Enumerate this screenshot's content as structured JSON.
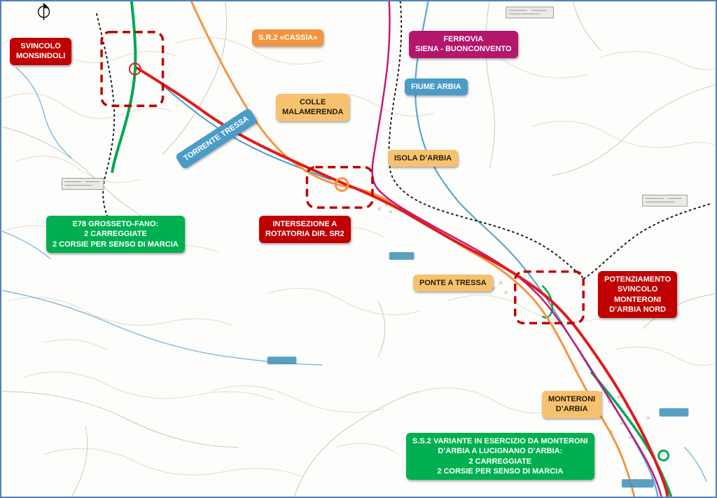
{
  "frame": {
    "border_color": "#4f81bd"
  },
  "annotations": {
    "svincolo_monsindoli": {
      "text": "SVINCOLO\nMONSINDOLI",
      "type": "project-highlight"
    },
    "sr2_cassia": {
      "text": "S.R.2 «CASSIA»",
      "type": "road-name"
    },
    "ferrovia_siena_buonconvento": {
      "text": "FERROVIA\nSIENA - BUONCONVENTO",
      "type": "railway-name"
    },
    "fiume_arbia": {
      "text": "FIUME ARBIA",
      "type": "river-name"
    },
    "colle_malamerenda": {
      "text": "COLLE\nMALAMERENDA",
      "type": "place-name"
    },
    "torrente_tressa": {
      "text": "TORRENTE TRESSA",
      "type": "river-name"
    },
    "isola_darbia": {
      "text": "ISOLA D’ARBIA",
      "type": "place-name"
    },
    "e78_grosseto_fano": {
      "text": "E78 GROSSETO-FANO:\n2 CARREGGIATE\n2 CORSIE PER SENSO DI MARCIA",
      "type": "road-info"
    },
    "intersezione_rotatoria": {
      "text": "INTERSEZIONE A\nROTATORIA DIR. SR2",
      "type": "project-highlight"
    },
    "ponte_a_tressa": {
      "text": "PONTE A TRESSA",
      "type": "place-name"
    },
    "potenziamento_svincolo_monteroni": {
      "text": "POTENZIAMENTO\nSVINCOLO\nMONTERONI\nD’ARBIA NORD",
      "type": "project-highlight"
    },
    "monteroni_darbia": {
      "text": "MONTERONI\nD’ARBIA",
      "type": "place-name"
    },
    "ss2_variante": {
      "text": "S.S.2 VARIANTE IN ESERCIZIO DA MONTERONI\nD’ARBIA A LUCIGNANO D’ARBIA:\n2 CARREGGIATE\n2 CORSIE PER SENSO DI MARCIA",
      "type": "road-info"
    }
  },
  "map_legend_colors": {
    "highlight_red": "#c00000",
    "info_green": "#00b050",
    "road_orange": "#f5943f",
    "railway_magenta": "#b5156b",
    "water_blue": "#4a9cc7",
    "place_tan": "#f6c26f",
    "e78_green_line": "#00a651",
    "main_route_red_line": "#e01b1b"
  }
}
